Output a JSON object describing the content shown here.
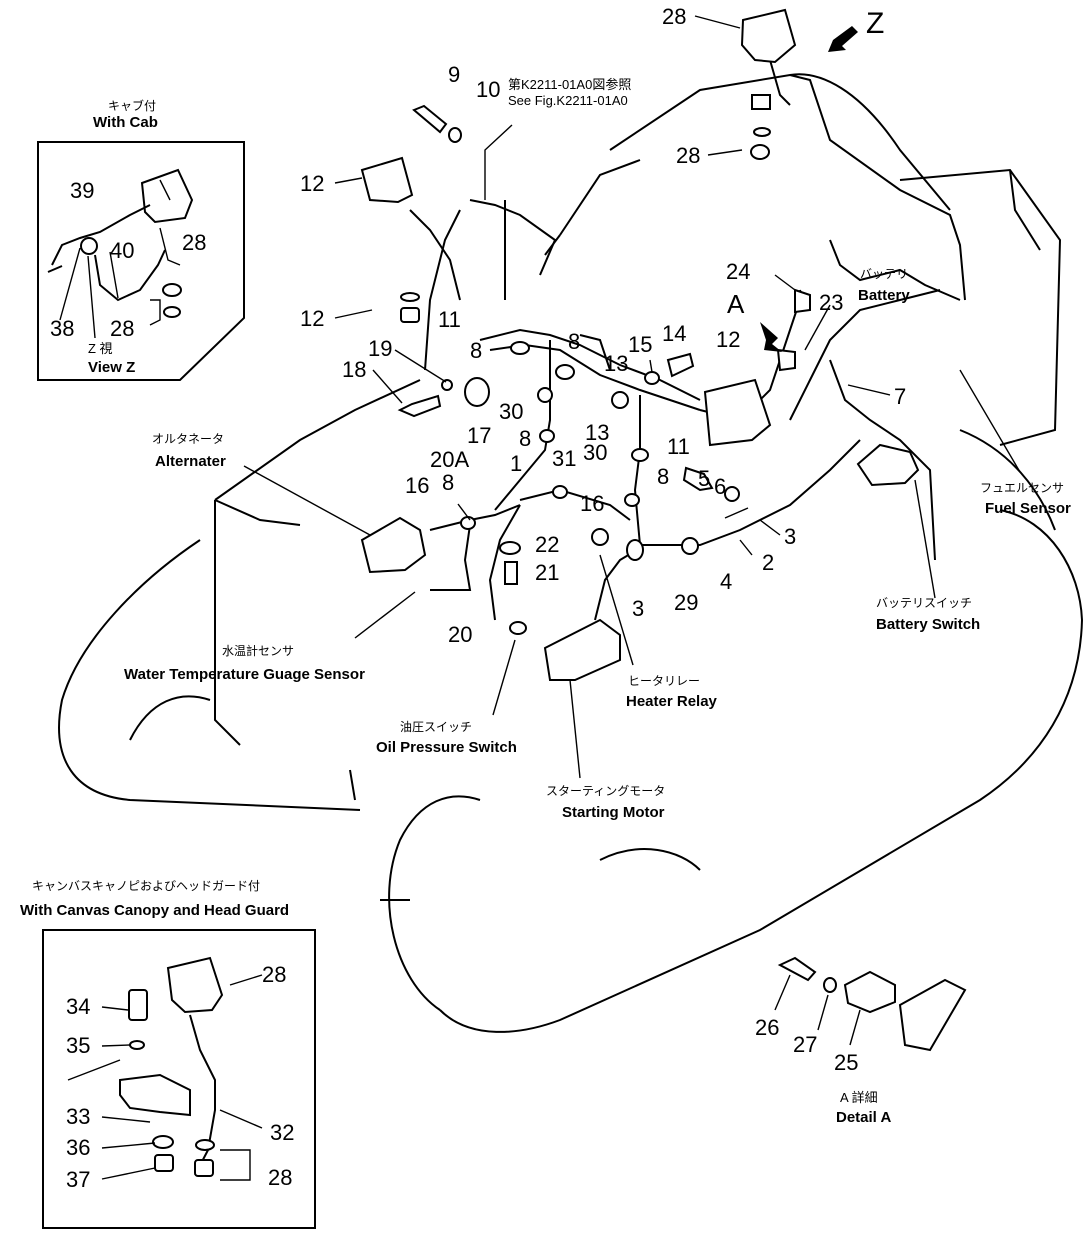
{
  "callouts": {
    "c28_top": "28",
    "c28_top2": "28",
    "z_arrow": "Z",
    "c9": "9",
    "c10": "10",
    "ref_jp": "第K2211-01A0図参照",
    "ref_en": "See Fig.K2211-01A0",
    "c12_a": "12",
    "c12_b": "12",
    "c12_c": "12",
    "c11_a": "11",
    "c11_b": "11",
    "c8_a": "8",
    "c8_b": "8",
    "c8_c": "8",
    "c8_d": "8",
    "c8_e": "8",
    "c19": "19",
    "c18": "18",
    "c17": "17",
    "c30_a": "30",
    "c30_b": "30",
    "c13_a": "13",
    "c13_b": "13",
    "c15": "15",
    "c14": "14",
    "c24": "24",
    "c23": "23",
    "cA": "A",
    "c7": "7",
    "c20A": "20A",
    "c1": "1",
    "c31": "31",
    "c16_a": "16",
    "c16_b": "16",
    "c5": "5",
    "c6": "6",
    "c3_a": "3",
    "c3_b": "3",
    "c2": "2",
    "c4": "4",
    "c29": "29",
    "c22": "22",
    "c21": "21",
    "c20": "20"
  },
  "labels": {
    "battery_jp": "バッテリ",
    "battery_en": "Battery",
    "fuel_jp": "フュエルセンサ",
    "fuel_en": "Fuel Sensor",
    "alt_jp": "オルタネータ",
    "alt_en": "Alternater",
    "bsw_jp": "バッテリスイッチ",
    "bsw_en": "Battery Switch",
    "wt_jp": "水温計センサ",
    "wt_en": "Water Temperature Guage Sensor",
    "hr_jp": "ヒータリレー",
    "hr_en": "Heater Relay",
    "op_jp": "油圧スイッチ",
    "op_en": "Oil Pressure Switch",
    "sm_jp": "スターティングモータ",
    "sm_en": "Starting Motor"
  },
  "inset_cab": {
    "title_jp": "キャブ付",
    "title_en": "With Cab",
    "c39": "39",
    "c40": "40",
    "c28_a": "28",
    "c28_b": "28",
    "c38": "38",
    "view_jp": "Z 視",
    "view_en": "View Z"
  },
  "inset_canopy": {
    "title_jp": "キャンバスキャノピおよびヘッドガード付",
    "title_en": "With Canvas Canopy and Head Guard",
    "c28_a": "28",
    "c34": "34",
    "c35": "35",
    "c33": "33",
    "c32": "32",
    "c36": "36",
    "c37": "37",
    "c28_b": "28"
  },
  "detail_a": {
    "c26": "26",
    "c27": "27",
    "c25": "25",
    "title_jp": "A 詳細",
    "title_en": "Detail A"
  }
}
